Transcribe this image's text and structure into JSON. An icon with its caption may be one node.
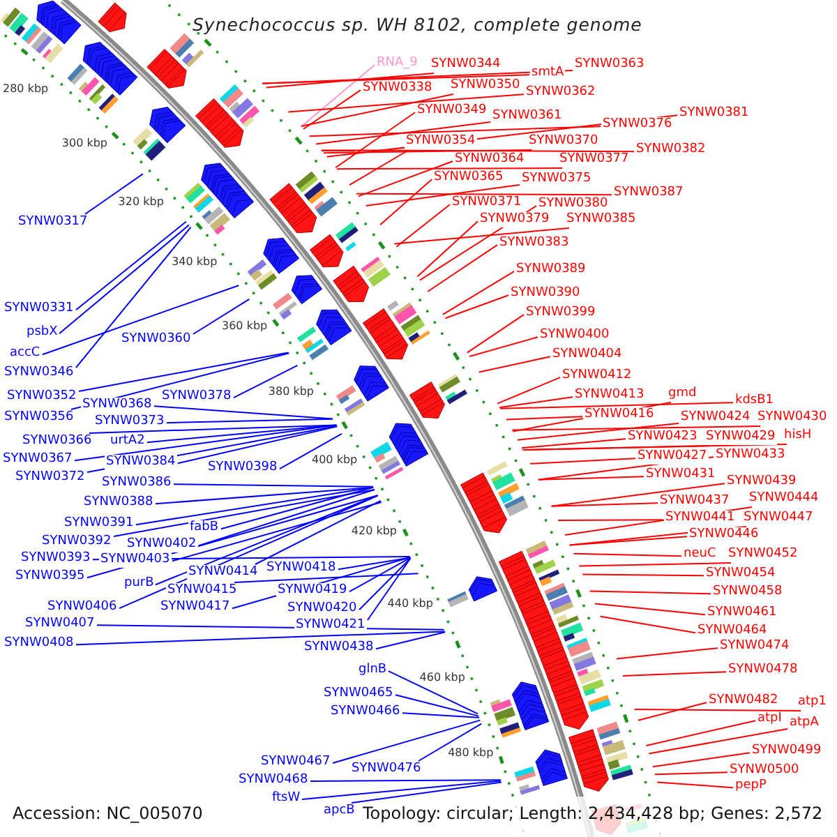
{
  "diagram": {
    "title": "Synechococcus sp. WH 8102, complete genome",
    "nodes": [
      {
        "text": [
          "RNA_9"
        ]
      },
      {
        "text": [
          "SYNW0344"
        ]
      },
      {
        "text": [
          "SYNW0363"
        ]
      },
      {
        "text": [
          "smtA"
        ]
      },
      {
        "text": [
          "SYNW0350"
        ]
      },
      {
        "text": [
          "SYNW0338"
        ]
      },
      {
        "text": [
          "SYNW0362"
        ]
      },
      {
        "text": [
          "SYNW0349"
        ]
      },
      {
        "text": [
          "SYNW0381"
        ]
      },
      {
        "text": [
          "SYNW0361"
        ]
      },
      {
        "text": [
          "SYNW0376"
        ]
      },
      {
        "text": [
          "SYNW0354"
        ]
      },
      {
        "text": [
          "SYNW0370"
        ]
      },
      {
        "text": [
          "SYNW0382"
        ]
      },
      {
        "text": [
          "SYNW0364"
        ]
      },
      {
        "text": [
          "SYNW0377"
        ]
      },
      {
        "text": [
          "SYNW0365"
        ]
      },
      {
        "text": [
          "SYNW0375"
        ]
      },
      {
        "text": [
          "SYNW0387"
        ]
      },
      {
        "text": [
          "SYNW0371"
        ]
      },
      {
        "text": [
          "SYNW0380"
        ]
      },
      {
        "text": [
          "SYNW0379"
        ]
      },
      {
        "text": [
          "SYNW0385"
        ]
      },
      {
        "text": [
          "SYNW0317"
        ]
      },
      {
        "text": [
          "SYNW0383"
        ]
      },
      {
        "text": [
          "SYNW0389"
        ]
      },
      {
        "text": [
          "SYNW0390"
        ]
      },
      {
        "text": [
          "SYNW0331"
        ]
      },
      {
        "text": [
          "SYNW0399"
        ]
      },
      {
        "text": [
          "psbX"
        ]
      },
      {
        "text": [
          "SYNW0400"
        ]
      },
      {
        "text": [
          "SYNW0360"
        ]
      },
      {
        "text": [
          "accC"
        ]
      },
      {
        "text": [
          "SYNW0404"
        ]
      },
      {
        "text": [
          "SYNW0346"
        ]
      },
      {
        "text": [
          "SYNW0412"
        ]
      },
      {
        "text": [
          "gmd"
        ]
      },
      {
        "text": [
          "SYNW0413"
        ]
      },
      {
        "text": [
          "SYNW0352"
        ]
      },
      {
        "text": [
          "SYNW0378"
        ]
      },
      {
        "text": [
          "kdsB1"
        ]
      },
      {
        "text": [
          "SYNW0368"
        ]
      },
      {
        "text": [
          "SYNW0416"
        ]
      },
      {
        "text": [
          "SYNW0424"
        ]
      },
      {
        "text": [
          "SYNW0430"
        ]
      },
      {
        "text": [
          "SYNW0356"
        ]
      },
      {
        "text": [
          "SYNW0373"
        ]
      },
      {
        "text": [
          "hisH"
        ]
      },
      {
        "text": [
          "SYNW0423"
        ]
      },
      {
        "text": [
          "SYNW0429"
        ]
      },
      {
        "text": [
          "SYNW0366"
        ]
      },
      {
        "text": [
          "urtA2"
        ]
      },
      {
        "text": [
          "SYNW0433"
        ]
      },
      {
        "text": [
          "SYNW0427"
        ]
      },
      {
        "text": [
          "SYNW0367"
        ]
      },
      {
        "text": [
          "SYNW0384"
        ]
      },
      {
        "text": [
          "SYNW0398"
        ]
      },
      {
        "text": [
          "SYNW0431"
        ]
      },
      {
        "text": [
          "SYNW0372"
        ]
      },
      {
        "text": [
          "SYNW0439"
        ]
      },
      {
        "text": [
          "SYNW0386"
        ]
      },
      {
        "text": [
          "SYNW0444"
        ]
      },
      {
        "text": [
          "SYNW0437"
        ]
      },
      {
        "text": [
          "SYNW0388"
        ]
      },
      {
        "text": [
          "SYNW0441"
        ]
      },
      {
        "text": [
          "SYNW0447"
        ]
      },
      {
        "text": [
          "SYNW0391"
        ]
      },
      {
        "text": [
          "fabB"
        ]
      },
      {
        "text": [
          "SYNW0446"
        ]
      },
      {
        "text": [
          "SYNW0392"
        ]
      },
      {
        "text": [
          "SYNW0402"
        ]
      },
      {
        "text": [
          "neuC"
        ]
      },
      {
        "text": [
          "SYNW0452"
        ]
      },
      {
        "text": [
          "SYNW0393"
        ]
      },
      {
        "text": [
          "SYNW0403"
        ]
      },
      {
        "text": [
          "SYNW0418"
        ]
      },
      {
        "text": [
          "SYNW0414"
        ]
      },
      {
        "text": [
          "SYNW0454"
        ]
      },
      {
        "text": [
          "SYNW0395"
        ]
      },
      {
        "text": [
          "purB"
        ]
      },
      {
        "text": [
          "SYNW0415"
        ]
      },
      {
        "text": [
          "SYNW0419"
        ]
      },
      {
        "text": [
          "SYNW0458"
        ]
      },
      {
        "text": [
          "SYNW0406"
        ]
      },
      {
        "text": [
          "SYNW0417"
        ]
      },
      {
        "text": [
          "SYNW0420"
        ]
      },
      {
        "text": [
          "SYNW0461"
        ]
      },
      {
        "text": [
          "SYNW0407"
        ]
      },
      {
        "text": [
          "SYNW0421"
        ]
      },
      {
        "text": [
          "SYNW0464"
        ]
      },
      {
        "text": [
          "SYNW0408"
        ]
      },
      {
        "text": [
          "SYNW0474"
        ]
      },
      {
        "text": [
          "SYNW0438"
        ]
      },
      {
        "text": [
          "glnB"
        ]
      },
      {
        "text": [
          "SYNW0478"
        ]
      },
      {
        "text": [
          "SYNW0465"
        ]
      },
      {
        "text": [
          "SYNW0482"
        ]
      },
      {
        "text": [
          "atp1"
        ]
      },
      {
        "text": [
          "SYNW0466"
        ]
      },
      {
        "text": [
          "atpI"
        ]
      },
      {
        "text": [
          "atpA"
        ]
      },
      {
        "text": [
          "SYNW0499"
        ]
      },
      {
        "text": [
          "SYNW0467"
        ]
      },
      {
        "text": [
          "SYNW0476"
        ]
      },
      {
        "text": [
          "SYNW0500"
        ]
      },
      {
        "text": [
          "SYNW0468"
        ]
      },
      {
        "text": [
          "pepP"
        ]
      },
      {
        "text": [
          "ftsW"
        ]
      },
      {
        "text": [
          "apcB"
        ]
      }
    ],
    "edges": [
      {
        "from": 0,
        "to": null,
        "arrow": "none",
        "color": "#ff99cc"
      },
      {
        "from": 1,
        "to": null,
        "arrow": "none"
      },
      {
        "from": 2,
        "to": null,
        "arrow": "none"
      },
      {
        "from": 3,
        "to": null,
        "arrow": "none"
      },
      {
        "from": 4,
        "to": null,
        "arrow": "none"
      },
      {
        "from": 5,
        "to": null,
        "arrow": "none"
      },
      {
        "from": 6,
        "to": null,
        "arrow": "none"
      },
      {
        "from": 7,
        "to": null,
        "arrow": "none"
      },
      {
        "from": 8,
        "to": null,
        "arrow": "none"
      },
      {
        "from": 9,
        "to": null,
        "arrow": "none"
      },
      {
        "from": 10,
        "to": null,
        "arrow": "none"
      },
      {
        "from": 11,
        "to": null,
        "arrow": "none"
      },
      {
        "from": 12,
        "to": null,
        "arrow": "none"
      },
      {
        "from": 13,
        "to": null,
        "arrow": "none"
      },
      {
        "from": 14,
        "to": null,
        "arrow": "none"
      },
      {
        "from": 15,
        "to": null,
        "arrow": "none"
      },
      {
        "from": 16,
        "to": null,
        "arrow": "none"
      },
      {
        "from": 17,
        "to": null,
        "arrow": "none"
      },
      {
        "from": 18,
        "to": null,
        "arrow": "none"
      },
      {
        "from": 19,
        "to": null,
        "arrow": "none"
      },
      {
        "from": 20,
        "to": null,
        "arrow": "none"
      },
      {
        "from": 21,
        "to": null,
        "arrow": "none"
      },
      {
        "from": 22,
        "to": null,
        "arrow": "none"
      },
      {
        "from": 23,
        "to": null,
        "arrow": "none",
        "color": "#0000ff"
      },
      {
        "from": 24,
        "to": null,
        "arrow": "none"
      },
      {
        "from": 25,
        "to": null,
        "arrow": "none"
      },
      {
        "from": 26,
        "to": null,
        "arrow": "none"
      },
      {
        "from": 27,
        "to": null,
        "arrow": "none",
        "color": "#0000ff"
      },
      {
        "from": 28,
        "to": null,
        "arrow": "none"
      },
      {
        "from": 29,
        "to": null,
        "arrow": "none",
        "color": "#0000ff"
      },
      {
        "from": 30,
        "to": null,
        "arrow": "none"
      },
      {
        "from": 31,
        "to": null,
        "arrow": "none",
        "color": "#0000ff"
      },
      {
        "from": 32,
        "to": null,
        "arrow": "none",
        "color": "#0000ff"
      },
      {
        "from": 33,
        "to": null,
        "arrow": "none"
      },
      {
        "from": 34,
        "to": null,
        "arrow": "none",
        "color": "#0000ff"
      },
      {
        "from": 35,
        "to": null,
        "arrow": "none"
      },
      {
        "from": 36,
        "to": null,
        "arrow": "none"
      },
      {
        "from": 37,
        "to": null,
        "arrow": "none"
      },
      {
        "from": 38,
        "to": null,
        "arrow": "none",
        "color": "#0000ff"
      },
      {
        "from": 39,
        "to": null,
        "arrow": "none",
        "color": "#0000ff"
      },
      {
        "from": 40,
        "to": null,
        "arrow": "none"
      },
      {
        "from": 41,
        "to": null,
        "arrow": "none",
        "color": "#0000ff"
      },
      {
        "from": 42,
        "to": null,
        "arrow": "none"
      },
      {
        "from": 43,
        "to": null,
        "arrow": "none"
      },
      {
        "from": 44,
        "to": null,
        "arrow": "none"
      },
      {
        "from": 45,
        "to": null,
        "arrow": "none",
        "color": "#0000ff"
      },
      {
        "from": 46,
        "to": null,
        "arrow": "none",
        "color": "#0000ff"
      },
      {
        "from": 47,
        "to": null,
        "arrow": "none"
      },
      {
        "from": 48,
        "to": null,
        "arrow": "none"
      },
      {
        "from": 49,
        "to": null,
        "arrow": "none"
      },
      {
        "from": 50,
        "to": null,
        "arrow": "none",
        "color": "#0000ff"
      },
      {
        "from": 51,
        "to": null,
        "arrow": "none",
        "color": "#0000ff"
      },
      {
        "from": 52,
        "to": null,
        "arrow": "none"
      },
      {
        "from": 53,
        "to": null,
        "arrow": "none"
      },
      {
        "from": 54,
        "to": null,
        "arrow": "none",
        "color": "#0000ff"
      },
      {
        "from": 55,
        "to": null,
        "arrow": "none",
        "color": "#0000ff"
      },
      {
        "from": 56,
        "to": null,
        "arrow": "none",
        "color": "#0000ff"
      },
      {
        "from": 57,
        "to": null,
        "arrow": "none"
      },
      {
        "from": 58,
        "to": null,
        "arrow": "none",
        "color": "#0000ff"
      },
      {
        "from": 59,
        "to": null,
        "arrow": "none"
      },
      {
        "from": 60,
        "to": null,
        "arrow": "none",
        "color": "#0000ff"
      },
      {
        "from": 61,
        "to": null,
        "arrow": "none"
      },
      {
        "from": 62,
        "to": null,
        "arrow": "none"
      },
      {
        "from": 63,
        "to": null,
        "arrow": "none",
        "color": "#0000ff"
      },
      {
        "from": 64,
        "to": null,
        "arrow": "none"
      },
      {
        "from": 65,
        "to": null,
        "arrow": "none"
      },
      {
        "from": 66,
        "to": null,
        "arrow": "none",
        "color": "#0000ff"
      },
      {
        "from": 67,
        "to": null,
        "arrow": "none",
        "color": "#0000ff"
      },
      {
        "from": 68,
        "to": null,
        "arrow": "none"
      },
      {
        "from": 69,
        "to": null,
        "arrow": "none",
        "color": "#0000ff"
      },
      {
        "from": 70,
        "to": null,
        "arrow": "none",
        "color": "#0000ff"
      },
      {
        "from": 71,
        "to": null,
        "arrow": "none"
      },
      {
        "from": 72,
        "to": null,
        "arrow": "none"
      },
      {
        "from": 73,
        "to": null,
        "arrow": "none",
        "color": "#0000ff"
      },
      {
        "from": 74,
        "to": null,
        "arrow": "none",
        "color": "#0000ff"
      },
      {
        "from": 75,
        "to": null,
        "arrow": "none",
        "color": "#0000ff"
      },
      {
        "from": 76,
        "to": null,
        "arrow": "none",
        "color": "#0000ff"
      },
      {
        "from": 77,
        "to": null,
        "arrow": "none"
      },
      {
        "from": 78,
        "to": null,
        "arrow": "none",
        "color": "#0000ff"
      },
      {
        "from": 79,
        "to": null,
        "arrow": "none",
        "color": "#0000ff"
      },
      {
        "from": 80,
        "to": null,
        "arrow": "none",
        "color": "#0000ff"
      },
      {
        "from": 81,
        "to": null,
        "arrow": "none",
        "color": "#0000ff"
      },
      {
        "from": 82,
        "to": null,
        "arrow": "none"
      },
      {
        "from": 83,
        "to": null,
        "arrow": "none",
        "color": "#0000ff"
      },
      {
        "from": 84,
        "to": null,
        "arrow": "none",
        "color": "#0000ff"
      },
      {
        "from": 85,
        "to": null,
        "arrow": "none",
        "color": "#0000ff"
      },
      {
        "from": 86,
        "to": null,
        "arrow": "none"
      },
      {
        "from": 87,
        "to": null,
        "arrow": "none",
        "color": "#0000ff"
      },
      {
        "from": 88,
        "to": null,
        "arrow": "none",
        "color": "#0000ff"
      },
      {
        "from": 89,
        "to": null,
        "arrow": "none"
      },
      {
        "from": 90,
        "to": null,
        "arrow": "none",
        "color": "#0000ff"
      },
      {
        "from": 91,
        "to": null,
        "arrow": "none"
      },
      {
        "from": 92,
        "to": null,
        "arrow": "none",
        "color": "#0000ff"
      },
      {
        "from": 93,
        "to": null,
        "arrow": "none",
        "color": "#0000ff"
      },
      {
        "from": 94,
        "to": null,
        "arrow": "none"
      },
      {
        "from": 95,
        "to": null,
        "arrow": "none",
        "color": "#0000ff"
      },
      {
        "from": 96,
        "to": null,
        "arrow": "none"
      },
      {
        "from": 97,
        "to": null,
        "arrow": "none"
      },
      {
        "from": 98,
        "to": null,
        "arrow": "none",
        "color": "#0000ff"
      },
      {
        "from": 99,
        "to": null,
        "arrow": "none"
      },
      {
        "from": 100,
        "to": null,
        "arrow": "none"
      },
      {
        "from": 101,
        "to": null,
        "arrow": "none"
      },
      {
        "from": 102,
        "to": null,
        "arrow": "none",
        "color": "#0000ff"
      },
      {
        "from": 103,
        "to": null,
        "arrow": "none",
        "color": "#0000ff"
      },
      {
        "from": 104,
        "to": null,
        "arrow": "none"
      },
      {
        "from": 105,
        "to": null,
        "arrow": "none",
        "color": "#0000ff"
      },
      {
        "from": 106,
        "to": null,
        "arrow": "none"
      },
      {
        "from": 107,
        "to": null,
        "arrow": "none",
        "color": "#0000ff"
      },
      {
        "from": 108,
        "to": null,
        "arrow": "none",
        "color": "#0000ff"
      }
    ],
    "labels": [
      "280 kbp",
      "300 kbp",
      "320 kbp",
      "340 kbp",
      "360 kbp",
      "380 kbp",
      "400 kbp",
      "420 kbp",
      "440 kbp",
      "460 kbp",
      "480 kbp",
      "Accession: NC_005070",
      "Topology: circular; Length: 2,434,428 bp; Genes: 2,572"
    ]
  }
}
